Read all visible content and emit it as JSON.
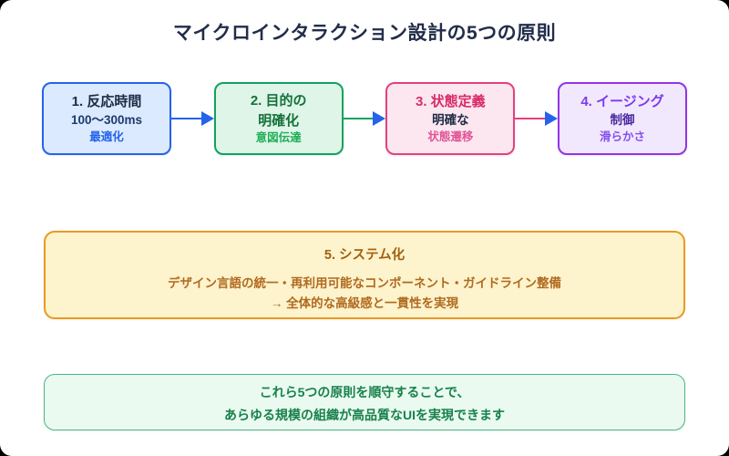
{
  "title": "マイクロインタラクション設計の5つの原則",
  "flow": {
    "steps": [
      {
        "title": "1. 反応時間",
        "subtitle": "100〜300ms",
        "caption": "最適化"
      },
      {
        "title": "2. 目的の",
        "subtitle": "明確化",
        "caption": "意図伝達"
      },
      {
        "title": "3. 状態定義",
        "subtitle": "明確な",
        "caption": "状態遷移"
      },
      {
        "title": "4. イージング",
        "subtitle": "制御",
        "caption": "滑らかさ"
      }
    ]
  },
  "system_box": {
    "title": "5. システム化",
    "body_line1": "デザイン言語の統一・再利用可能なコンポーネント・ガイドライン整備",
    "body_line2": "→ 全体的な高級感と一貫性を実現"
  },
  "summary_box": {
    "line1": "これら5つの原則を順守することで、",
    "line2": "あらゆる規模の組織が高品質なUIを実現できます"
  },
  "colors": {
    "title_text": "#212d49",
    "arrowhead": "#2563eb",
    "step1": {
      "bg": "#dbeafe",
      "border": "#2563eb",
      "title": "#1e2a44",
      "subtitle": "#1e3a6d",
      "caption": "#2563eb"
    },
    "step2": {
      "bg": "#def5e8",
      "border": "#10a35e",
      "title": "#15713b",
      "subtitle": "#15713b",
      "caption": "#1fae57"
    },
    "step3": {
      "bg": "#fce7f1",
      "border": "#e5407f",
      "title": "#d92b66",
      "subtitle": "#1e2a44",
      "caption": "#e25496"
    },
    "step4": {
      "bg": "#f1e8fd",
      "border": "#9333ea",
      "title": "#7c3aed",
      "subtitle": "#4c2aa0",
      "caption": "#8250ee"
    },
    "system": {
      "bg": "#fdf3cd",
      "border": "#ea9a20",
      "title": "#a2610f",
      "body": "#b06a1e"
    },
    "summary": {
      "bg": "#eafaf1",
      "border": "#4ab685",
      "text": "#17814a"
    }
  }
}
